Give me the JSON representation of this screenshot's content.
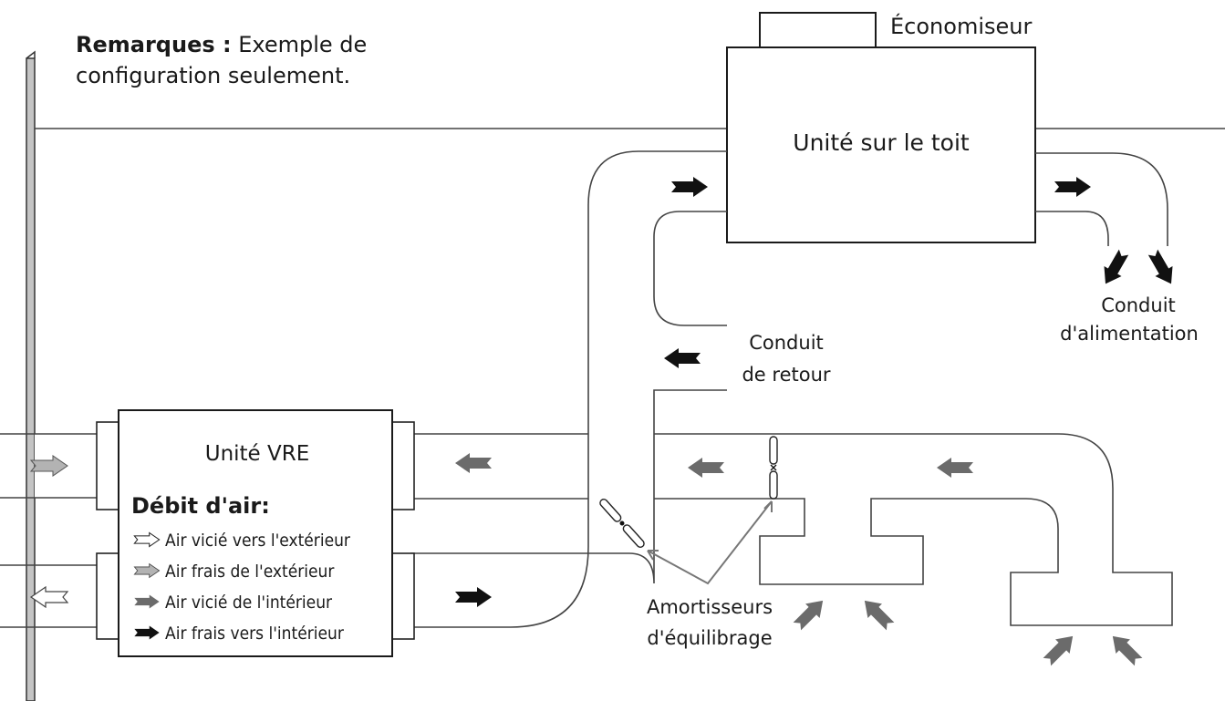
{
  "note": {
    "bold": "Remarques :",
    "rest_line1": " Exemple de",
    "line2": "configuration seulement."
  },
  "labels": {
    "economizer": "Économiseur",
    "rooftop_unit": "Unité sur le toit",
    "supply_duct_line1": "Conduit",
    "supply_duct_line2": "d'alimentation",
    "return_duct_line1": "Conduit",
    "return_duct_line2": "de retour",
    "erv_unit": "Unité VRE",
    "dampers_line1": "Amortisseurs",
    "dampers_line2": "d'équilibrage"
  },
  "legend": {
    "title": "Débit d'air:",
    "items": [
      {
        "label": "Air vicié vers l'extérieur",
        "color": "#ffffff"
      },
      {
        "label": "Air frais de l'extérieur",
        "color": "#b3b3b3"
      },
      {
        "label": "Air vicié de l'intérieur",
        "color": "#6b6b6b"
      },
      {
        "label": "Air frais vers l'intérieur",
        "color": "#111111"
      }
    ]
  },
  "colors": {
    "line": "#444444",
    "wall": "#bdbdbd"
  }
}
